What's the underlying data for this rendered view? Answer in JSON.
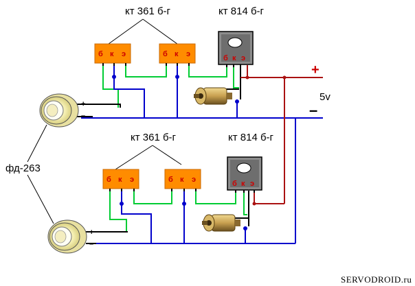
{
  "labels": {
    "top_transistor_group": "кт 361 б-г",
    "top_power_transistor": "кт 814 б-г",
    "bottom_transistor_group": "кт 361 б-г",
    "bottom_power_transistor": "кт 814 б-г",
    "photodiode": "фд-263",
    "supply_voltage": "5v",
    "plus_sign": "+",
    "minus_sign": "–",
    "photodiode_plus": "+",
    "photodiode_minus": "–",
    "watermark": "SERVODROID.ru"
  },
  "pin_labels": {
    "base": "б",
    "collector": "к",
    "emitter": "э"
  },
  "colors": {
    "transistor_body": "#ff8c00",
    "pin_text": "#cc0000",
    "power_transistor_body": "#8c8c8c",
    "wire_green": "#00cc33",
    "wire_blue": "#0000cc",
    "wire_black": "#000000",
    "wire_red": "#aa1111"
  }
}
